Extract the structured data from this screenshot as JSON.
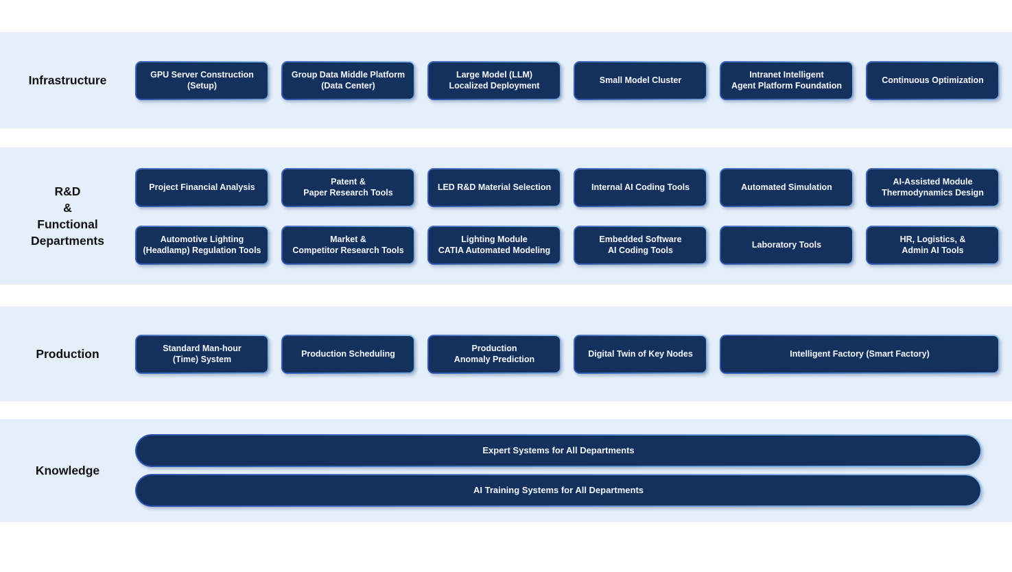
{
  "colors": {
    "band_bg": "#e5effa",
    "box_fill": "#14305c",
    "border_dark": "#2b51ad",
    "border_light": "#8fc0ec",
    "box_text": "#f5f8ff",
    "label_text": "#111111",
    "page_bg": "#ffffff"
  },
  "bands": [
    {
      "id": "infrastructure",
      "label": "Infrastructure",
      "boxes": [
        {
          "label": "GPU Server Construction\n(Setup)"
        },
        {
          "label": "Group Data Middle Platform\n(Data Center)"
        },
        {
          "label": "Large Model (LLM)\nLocalized Deployment"
        },
        {
          "label": "Small Model Cluster"
        },
        {
          "label": "Intranet Intelligent\nAgent Platform Foundation"
        },
        {
          "label": "Continuous Optimization"
        }
      ]
    },
    {
      "id": "rnd-functional-departments",
      "label": "R&D\n&\nFunctional\nDepartments",
      "rows": [
        {
          "boxes": [
            {
              "label": "Project Financial Analysis"
            },
            {
              "label": "Patent &\nPaper Research Tools"
            },
            {
              "label": "LED R&D Material Selection"
            },
            {
              "label": "Internal AI Coding Tools"
            },
            {
              "label": "Automated Simulation"
            },
            {
              "label": "AI-Assisted Module\nThermodynamics Design"
            }
          ]
        },
        {
          "boxes": [
            {
              "label": "Automotive Lighting\n(Headlamp) Regulation Tools"
            },
            {
              "label": "Market &\nCompetitor Research Tools"
            },
            {
              "label": "Lighting Module\nCATIA Automated Modeling"
            },
            {
              "label": "Embedded Software\nAI Coding Tools"
            },
            {
              "label": "Laboratory Tools"
            },
            {
              "label": "HR, Logistics, &\nAdmin AI Tools"
            }
          ]
        }
      ]
    },
    {
      "id": "production",
      "label": "Production",
      "boxes": [
        {
          "label": "Standard Man-hour\n(Time) System"
        },
        {
          "label": "Production Scheduling"
        },
        {
          "label": "Production\nAnomaly Prediction"
        },
        {
          "label": "Digital Twin of Key Nodes"
        },
        {
          "label": "Intelligent Factory (Smart Factory)",
          "wide": true
        }
      ]
    },
    {
      "id": "knowledge",
      "label": "Knowledge",
      "bars": [
        {
          "label": "Expert Systems for All Departments"
        },
        {
          "label": "AI Training Systems for All Departments"
        }
      ]
    }
  ]
}
